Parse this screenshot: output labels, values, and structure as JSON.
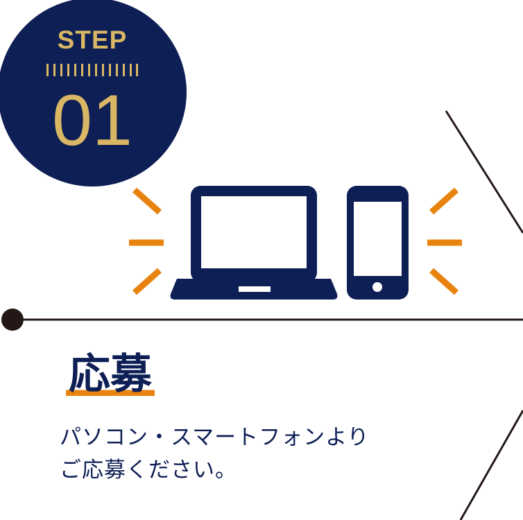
{
  "step": {
    "label": "STEP",
    "number": "01"
  },
  "heading": {
    "title": "応募"
  },
  "description": {
    "line1": "パソコン・スマートフォンより",
    "line2": "ご応募ください。"
  },
  "icons": {
    "laptop": "laptop-icon",
    "smartphone": "smartphone-icon",
    "rays": "sparkle-rays"
  },
  "colors": {
    "navy": "#0e1f55",
    "gold": "#d9b765",
    "orange": "#e8830f",
    "line": "#231815"
  }
}
